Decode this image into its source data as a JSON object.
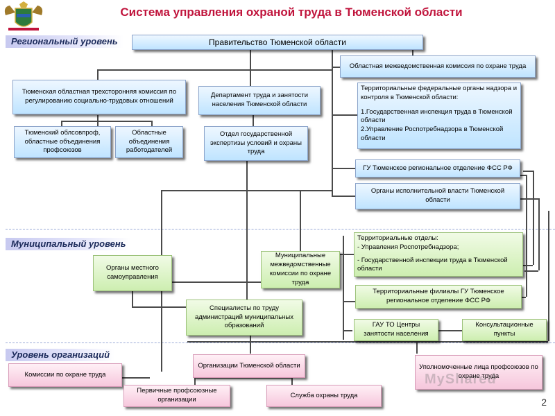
{
  "title": "Система управления охраной труда в Тюменской области",
  "levels": {
    "regional": "Региональный уровень",
    "municipal": "Муниципальный уровень",
    "organizations": "Уровень организаций"
  },
  "regional": {
    "government": "Правительство  Тюменской области",
    "interdept_commission": "Областная межведомственная комиссия по охране труда",
    "tripartite_commission": "Тюменская областная трехсторонняя комиссия по регулированию социально-трудовых отношений",
    "labor_department": "Департамент труда и занятости населения Тюменской области",
    "federal_bodies_title": "Территориальные федеральные органы надзора и контроля в Тюменской области:",
    "federal_bodies_item1": "1.Государственная инспекция труда в Тюменской области",
    "federal_bodies_item2": "2.Управление Роспотребнадзора в Тюменской области",
    "trade_unions": "Тюменский облсовпроф, областные объединения профсоюзов",
    "employers": "Областные объединения работодателей",
    "expertise_dept": "Отдел государственной экспертизы условий и охраны труда",
    "fss_office": "ГУ Тюменское региональное отделение ФСС РФ",
    "executive_bodies": "Органы исполнительной власти Тюменской области"
  },
  "municipal": {
    "territorial_depts_title": "Территориальные отделы:",
    "territorial_depts_item1": "-  Управления Роспотребнадзора;",
    "territorial_depts_item2": "- Государственной инспекции труда в Тюменской области",
    "local_government": "Органы местного самоуправления",
    "municipal_commissions": "Муниципальные межведомственные комиссии по охране труда",
    "fss_branches": "Территориальные филиалы ГУ Тюменское региональное отделение ФСС РФ",
    "specialists": "Специалисты по труду администраций муниципальных образований",
    "employment_centers": "ГАУ ТО Центры занятости населения",
    "consult_points": "Консультационные пункты"
  },
  "organizations": {
    "organizations_box": "Организации  Тюменской области",
    "commissions": "Комиссии по охране труда",
    "authorized_persons": "Уполномоченные лица профсоюзов по охране труда",
    "primary_unions": "Первичные профсоюзные организации",
    "safety_service": "Служба охраны труда"
  },
  "page_number": "2",
  "watermark": "MyShared",
  "colors": {
    "title": "#c0143c",
    "blue_box": "#bfe4ff",
    "green_box": "#cdeeb0",
    "pink_box": "#f6c7dc"
  }
}
